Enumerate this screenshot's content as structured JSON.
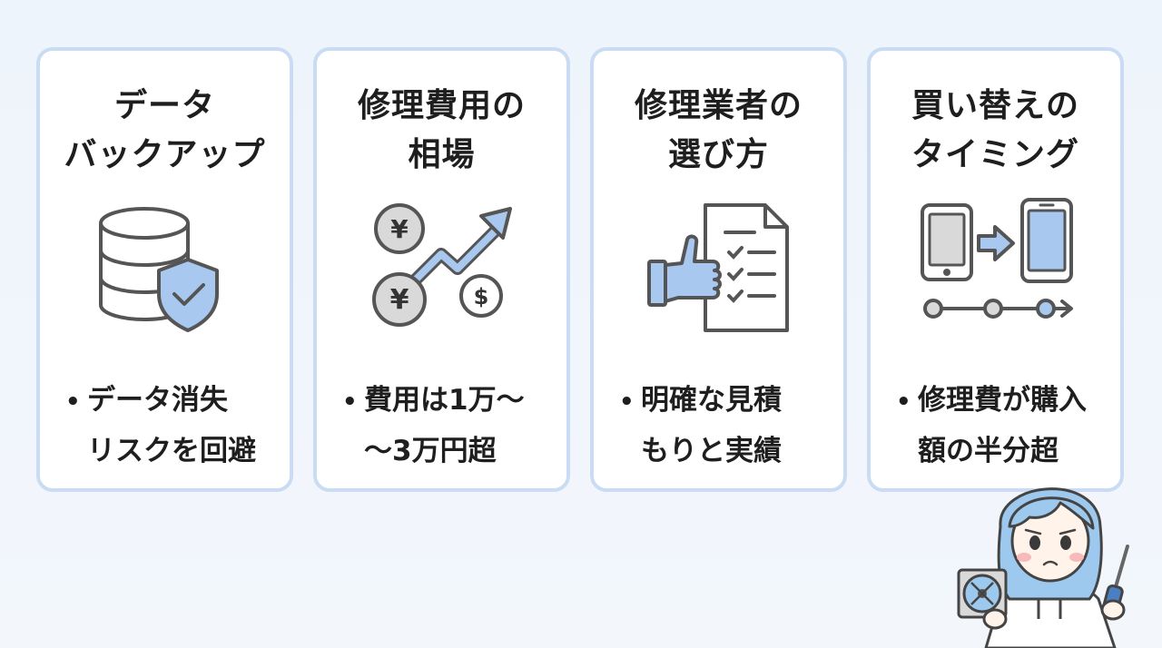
{
  "cards": [
    {
      "title_line1": "データ",
      "title_line2": "バックアップ",
      "bullet_line1": "データ消失",
      "bullet_line2": "リスクを回避",
      "icon": "database-shield-icon"
    },
    {
      "title_line1": "修理費用の",
      "title_line2": "相場",
      "bullet_line1": "費用は1万〜",
      "bullet_line2": "〜3万円超",
      "icon": "yen-coins-rising-arrow-icon"
    },
    {
      "title_line1": "修理業者の",
      "title_line2": "選び方",
      "bullet_line1": "明確な見積",
      "bullet_line2": "もりと実績",
      "icon": "thumbs-up-checklist-icon"
    },
    {
      "title_line1": "買い替えの",
      "title_line2": "タイミング",
      "bullet_line1": "修理費が購入",
      "bullet_line2": "額の半分超",
      "icon": "phone-upgrade-timeline-icon"
    }
  ],
  "bullet_marker": "•",
  "coin_symbols": {
    "yen": "¥",
    "dollar": "$"
  },
  "colors": {
    "background": "#eef4fb",
    "card_border": "#c9dcf3",
    "icon_accent": "#a9c8ef",
    "icon_stroke": "#555555",
    "coin_fill": "#d9d9d9"
  }
}
